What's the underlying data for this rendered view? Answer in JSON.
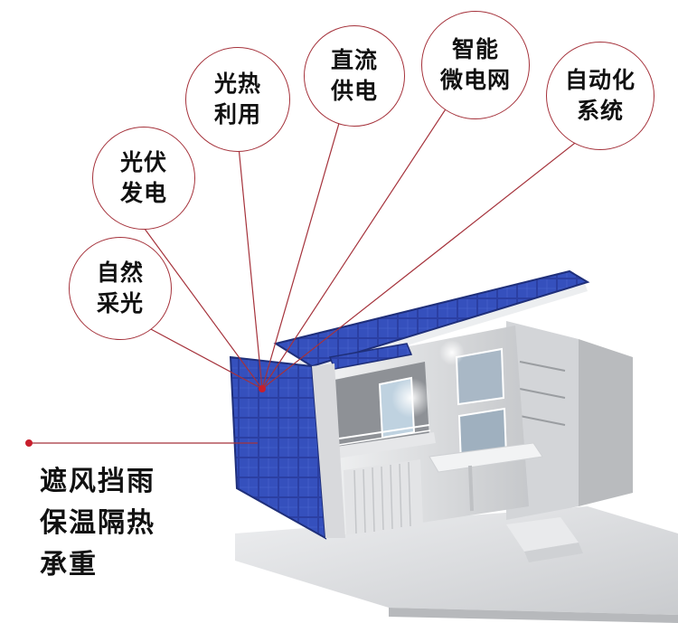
{
  "bubbles": [
    {
      "id": "natural-lighting",
      "line1": "自然",
      "line2": "采光"
    },
    {
      "id": "pv-power",
      "line1": "光伏",
      "line2": "发电"
    },
    {
      "id": "solar-thermal",
      "line1": "光热",
      "line2": "利用"
    },
    {
      "id": "dc-supply",
      "line1": "直流",
      "line2": "供电"
    },
    {
      "id": "smart-microgrid",
      "line1": "智能",
      "line2": "微电网"
    },
    {
      "id": "automation",
      "line1": "自动化",
      "line2": "系统"
    }
  ],
  "features": [
    "遮风挡雨",
    "保温隔热",
    "承重"
  ],
  "colors": {
    "accent": "#a5323b",
    "panel_blue": "#2a3f9e",
    "wall_gray": "#d9dbde",
    "text": "#111111"
  }
}
